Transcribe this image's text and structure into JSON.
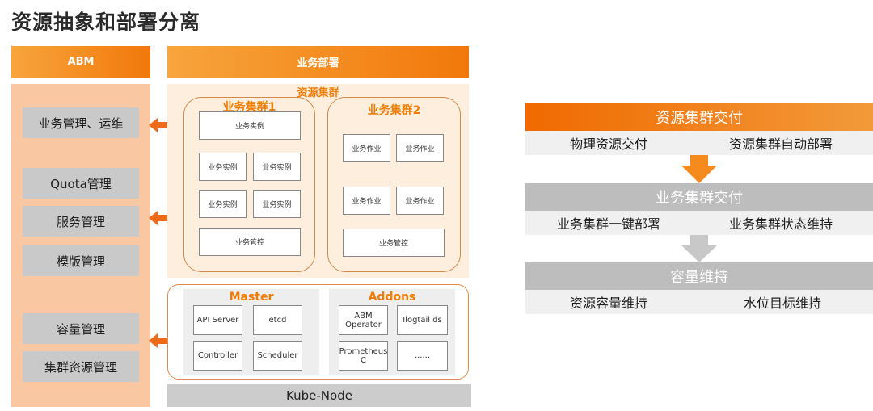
{
  "title": "资源抽象和部署分离",
  "abm": {
    "header": "ABM",
    "items": [
      "业务管理、运维",
      "Quota管理",
      "服务管理",
      "模版管理",
      "容量管理",
      "集群资源管理"
    ]
  },
  "deploy": {
    "header": "业务部署",
    "resource_cluster_label": "资源集群",
    "cluster1": {
      "title": "业务集群1",
      "top_instance": "业务实例",
      "instances": [
        "业务实例",
        "业务实例",
        "业务实例",
        "业务实例"
      ],
      "control": "业务管控"
    },
    "cluster2": {
      "title": "业务集群2",
      "jobs": [
        "业务作业",
        "业务作业",
        "业务作业",
        "业务作业"
      ],
      "control": "业务管控"
    },
    "master": {
      "title": "Master",
      "items": [
        "API Server",
        "etcd",
        "Controller",
        "Scheduler"
      ]
    },
    "addons": {
      "title": "Addons",
      "items": [
        "ABM\nOperator",
        "Ilogtail ds",
        "Prometheus\nC",
        "......"
      ]
    },
    "kube_node": "Kube-Node"
  },
  "flow": {
    "steps": [
      {
        "title": "资源集群交付",
        "items": [
          "物理资源交付",
          "资源集群自动部署"
        ],
        "color": "#f27a0c"
      },
      {
        "title": "业务集群交付",
        "items": [
          "业务集群一键部署",
          "业务集群状态维持"
        ],
        "color": "#bdbdbd"
      },
      {
        "title": "容量维持",
        "items": [
          "资源容量维持",
          "水位目标维持"
        ],
        "color": "#bdbdbd"
      }
    ],
    "arrow_colors": [
      "#f58a1f",
      "#c8c8c8"
    ]
  },
  "colors": {
    "accent": "#f07c00",
    "arrow": "#ef6b1a"
  }
}
